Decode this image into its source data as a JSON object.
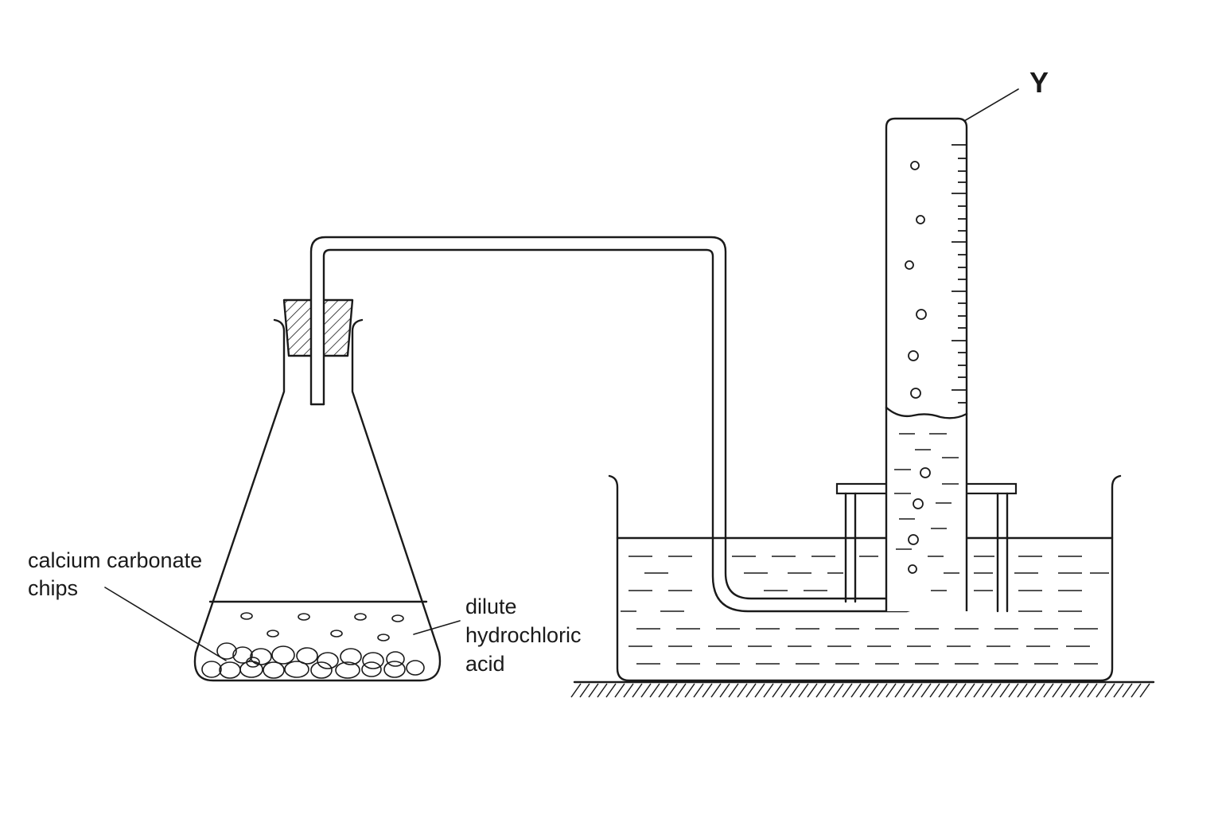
{
  "labels": {
    "chips_line1": "calcium carbonate",
    "chips_line2": "chips",
    "acid_line1": "dilute",
    "acid_line2": "hydrochloric",
    "acid_line3": "acid",
    "cylinder": "Y"
  },
  "colors": {
    "stroke": "#1a1a1a",
    "background": "#ffffff"
  }
}
